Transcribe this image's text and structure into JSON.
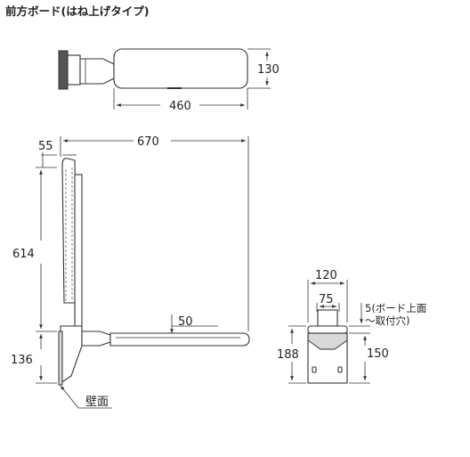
{
  "title": "前方ボード(はね上げタイプ)",
  "top_view": {
    "width_label": "460",
    "height_label": "130"
  },
  "side_view": {
    "total_width_label": "670",
    "offset_label": "55",
    "height_label": "614",
    "bottom_label": "136",
    "board_thickness_label": "50",
    "wall_label": "壁面"
  },
  "front_view": {
    "width_label": "120",
    "inner_width_label": "75",
    "height_label": "188",
    "lower_label": "150",
    "note_line1": "5(ボード上面",
    "note_line2": "～取付穴)"
  },
  "colors": {
    "line": "#333333",
    "fill_grey": "#d9d9d9",
    "fill_dark": "#555555"
  }
}
